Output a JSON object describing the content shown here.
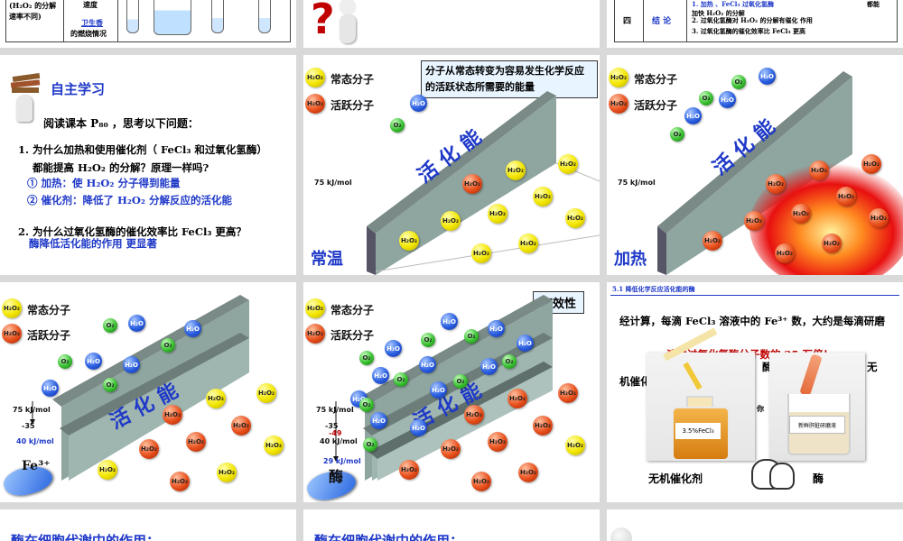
{
  "slides": {
    "s1": {
      "row_label": "(H₂O₂ 的分解速率不同)",
      "speed_label": "速度",
      "agent_label": "卫生香",
      "agent_label2": "的燃烧情况"
    },
    "s3": {
      "row_num": "四",
      "row_label": "结 论",
      "line1": "1. 加热 、FeCl₃ 过氧化氢酶",
      "line1b": "都能",
      "line2": "加快 H₂O₂ 的分解",
      "line3": "2. 过氧化氢酶对 H₂O₂ 的分解有催化 作用",
      "line4": "3. 过氧化氢酶的催化效率比 FeCl₃ 更高"
    },
    "s4": {
      "title": "自主学习",
      "read": "阅读课本 P₈₀ ，思考以下问题：",
      "q1a": "1. 为什么加热和使用催化剂（ FeCl₃ 和过氧化氢酶）",
      "q1b": "都能提高 H₂O₂ 的分解？原理一样吗?",
      "a1": "① 加热：使 H₂O₂ 分子得到能量",
      "a2": "② 催化剂：降低了 H₂O₂ 分解反应的活化能",
      "q2": "2. 为什么过氧化氢酶的催化效率比 FeCl₃ 更高？",
      "a3": "酶降低活化能的作用 更显著"
    },
    "s5": {
      "legend_normal": "常态分子",
      "legend_active": "活跃分子",
      "box": "分子从常态转变为容易发生化学反应的活跃状态所需要的能量",
      "slope": "活 化 能",
      "energy": "75 kJ/mol",
      "caption": "常温"
    },
    "s6": {
      "legend_normal": "常态分子",
      "legend_active": "活跃分子",
      "slope": "活 化 能",
      "energy": "75 kJ/mol",
      "caption": "加热"
    },
    "s7": {
      "legend_normal": "常态分子",
      "legend_active": "活跃分子",
      "slope": "活 化 能",
      "energy": "75 kJ/mol",
      "minus": "-35",
      "energy2": "40 kJ/mol",
      "catalyst": "Fe³⁺"
    },
    "s8": {
      "legend_normal": "常态分子",
      "legend_active": "活跃分子",
      "badge": "高效性",
      "slope": "活 化 能",
      "energy": "75 kJ/mol",
      "minus": "-35",
      "minus2": "-49",
      "energy2": "40 kJ/mol",
      "energy3": "29 kJ/mol",
      "catalyst": "酶"
    },
    "s9": {
      "header": "5.1  降低化学反应活化能的酶",
      "p1": "经计算，每滴 FeCl₃ 溶液中的 Fe³⁺ 数，大约是每滴研磨",
      "p2": "液中过氧化氢酶分子数的 25 万倍！",
      "p3a": "机催化",
      "p3b": "酶",
      "p3c": "无",
      "p3d": "你",
      "cap_left": "无机催化剂",
      "cap_right": "酶",
      "label_left": "3.5%FeCl₃",
      "label_right": "新鲜肝脏研磨液"
    },
    "s10": {
      "title": "酶在细胞代谢中的作用："
    },
    "s11": {
      "title": "酶在细胞代谢中的作用："
    }
  },
  "colors": {
    "title_blue": "#1f39c8",
    "accent_red": "#c00000",
    "normal_molecule": "#f3e600",
    "active_molecule": "#e8501c",
    "o2_molecule": "#38c030",
    "h2o_molecule": "#2a5ee0"
  },
  "molecule_labels": {
    "h2o2": "H₂O₂",
    "h2o": "H₂O",
    "o2": "O₂"
  }
}
